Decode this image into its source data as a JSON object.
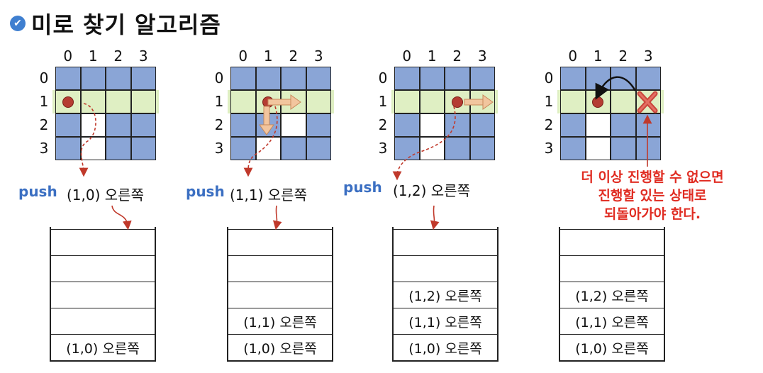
{
  "title": "미로 찾기 알고리즘",
  "col_labels": [
    "0",
    "1",
    "2",
    "3"
  ],
  "row_labels": [
    "0",
    "1",
    "2",
    "3"
  ],
  "push_label": "push",
  "panels": [
    {
      "step": 1,
      "push_entry": "(1,0) 오른쪽",
      "grid": [
        "WWWW",
        "OOOO",
        "WOWW",
        "WOWW"
      ],
      "current": [
        1,
        0
      ],
      "stack": [
        "",
        "",
        "",
        "",
        "(1,0) 오른쪽"
      ]
    },
    {
      "step": 2,
      "push_entry": "(1,1) 오른쪽",
      "grid": [
        "WWWW",
        "OOOO",
        "WWOW",
        "WOWW"
      ],
      "current": [
        1,
        1
      ],
      "stack": [
        "",
        "",
        "",
        "(1,1) 오른쪽",
        "(1,0) 오른쪽"
      ]
    },
    {
      "step": 3,
      "push_entry": "(1,2) 오른쪽",
      "grid": [
        "WWWW",
        "OOOO",
        "WOWW",
        "WOWW"
      ],
      "current": [
        1,
        2
      ],
      "stack": [
        "",
        "",
        "(1,2) 오른쪽",
        "(1,1) 오른쪽",
        "(1,0) 오른쪽"
      ]
    },
    {
      "step": 4,
      "grid": [
        "WWWW",
        "OOOO",
        "WOWW",
        "WOWW"
      ],
      "current": [
        1,
        1
      ],
      "dead_end": [
        1,
        3
      ],
      "stack": [
        "",
        "",
        "(1,2) 오른쪽",
        "(1,1) 오른쪽",
        "(1,0) 오른쪽"
      ]
    }
  ],
  "note_lines": [
    "더 이상 진행할 수 없으면",
    "진행할 있는 상태로",
    "되돌아가야 한다."
  ],
  "colors": {
    "wall": "#8aa5d6",
    "path_band": "#dcedbd",
    "accent_red": "#e02c22",
    "push_blue": "#3b6fc2",
    "marker": "#b53c32",
    "arrow": "#f2c59e"
  }
}
